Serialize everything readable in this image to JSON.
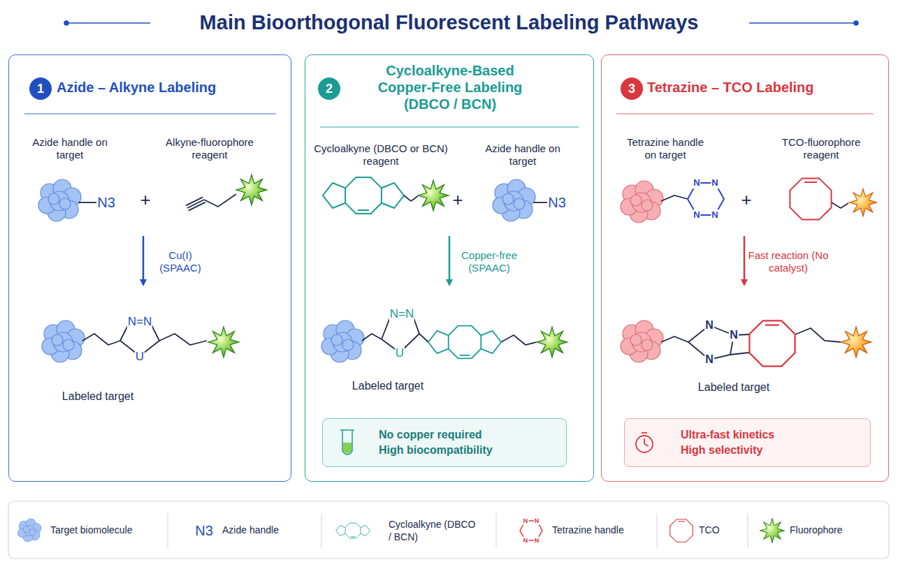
{
  "diagram": {
    "title": "Main Bioorthogonal Fluorescent Labeling Pathways",
    "nodes": [
      {
        "text": [
          "Azide – Alkyne Labeling"
        ]
      },
      {
        "text": [
          "1"
        ],
        "in": 0
      },
      {
        "text": [
          "Cycloalkyne-Based Copper-Free Labeling (DBCO / BCN)"
        ]
      },
      {
        "text": [
          "2"
        ],
        "in": 2
      },
      {
        "text": [
          "No copper required",
          "High biocompatibility"
        ],
        "in": 2
      },
      {
        "text": [
          "Tetrazine – TCO Labeling"
        ]
      },
      {
        "text": [
          "3"
        ],
        "in": 5
      },
      {
        "text": [
          "Ultra-fast kinetics",
          "High selectivity"
        ],
        "in": 5
      }
    ],
    "labels": [
      "Azide handle on target",
      "Alkyne-fluorophore reagent",
      "N3",
      "+",
      "Cu(I) (SPAAC)",
      "N=N",
      "U",
      "Labeled target",
      "Cycloalkyne (DBCO or BCN) reagent",
      "Azide handle on target",
      "+",
      "N3",
      "Copper-free (SPAAC)",
      "N=N",
      "U",
      "Labeled target",
      "Tetrazine handle on target",
      "TCO-fluorophore reagent",
      "+",
      "N",
      "N",
      "N",
      "N",
      "Fast reaction (No catalyst)",
      "N",
      "N",
      "N",
      "Labeled target",
      "N3",
      "N",
      "N",
      "N",
      "N"
    ],
    "legend": [
      {
        "text": "Target biomolecule"
      },
      {
        "text": "Azide handle"
      },
      {
        "text": "Cycloalkyne (DBCO / BCN)"
      },
      {
        "text": "Tetrazine handle"
      },
      {
        "text": "TCO"
      },
      {
        "text": "Fluorophore"
      }
    ]
  }
}
